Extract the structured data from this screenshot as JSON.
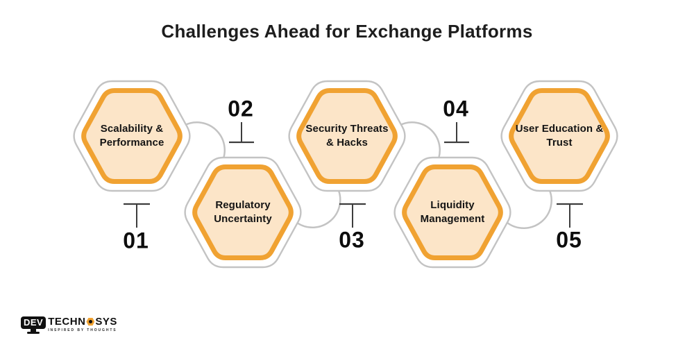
{
  "title": "Challenges Ahead for Exchange Platforms",
  "items": [
    {
      "number": "01",
      "label": "Scalability & Performance",
      "line1": "Scalability &",
      "line2": "Performance"
    },
    {
      "number": "02",
      "label": "Regulatory Uncertainty",
      "line1": "Regulatory",
      "line2": "Uncertainty"
    },
    {
      "number": "03",
      "label": "Security Threats & Hacks",
      "line1": "Security Threats",
      "line2": "& Hacks"
    },
    {
      "number": "04",
      "label": "Liquidity Management",
      "line1": "Liquidity",
      "line2": "Management"
    },
    {
      "number": "05",
      "label": "User Education & Trust",
      "line1": "User Education &",
      "line2": "Trust"
    }
  ],
  "colors": {
    "hex_border_orange": "#F0A232",
    "hex_fill_peach": "#FCE5C8",
    "outline_gray": "#C3C3C3",
    "marker_dark": "#3d3d3d",
    "text_dark": "#141414"
  },
  "logo": {
    "monitor_text": "DEV",
    "brand_left": "TECHN",
    "brand_right": "SYS",
    "tagline": "INSPIRED BY THOUGHTS"
  }
}
